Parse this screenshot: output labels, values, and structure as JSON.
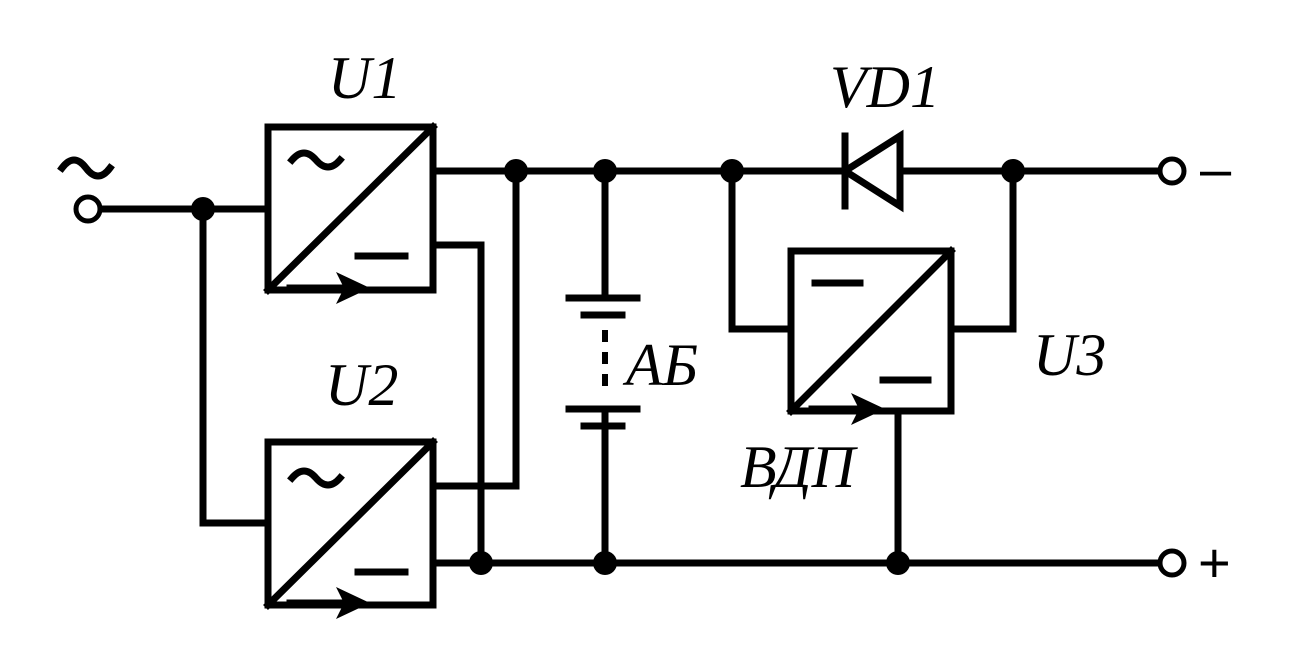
{
  "labels": {
    "u1": "U1",
    "u2": "U2",
    "u3": "U3",
    "vd1": "VD1",
    "battery": "АБ",
    "vdp": "ВДП",
    "ac_input": "~",
    "output_minus": "–",
    "output_plus": "+"
  },
  "components": [
    {
      "id": "U1",
      "kind": "converter",
      "input": "~",
      "output": "–"
    },
    {
      "id": "U2",
      "kind": "converter",
      "input": "~",
      "output": "–"
    },
    {
      "id": "U3",
      "kind": "dc-dc-converter",
      "name": "ВДП"
    },
    {
      "id": "VD1",
      "kind": "diode"
    },
    {
      "id": "АБ",
      "kind": "battery"
    }
  ]
}
